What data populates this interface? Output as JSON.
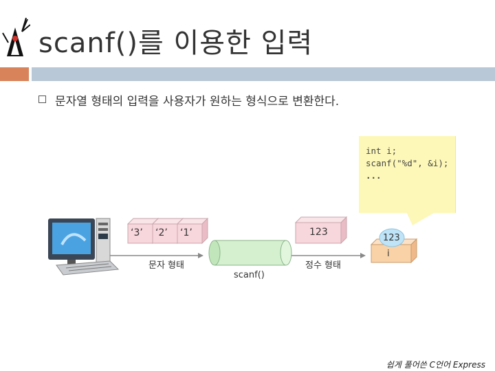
{
  "title": "scanf()를 이용한 입력",
  "bullet": "문자열 형태의 입력을 사용자가 원하는 형식으로 변환한다.",
  "code_lines": [
    "int i;",
    "scanf(\"%d\", &i);",
    "..."
  ],
  "chars": [
    "‘3’",
    "‘2’",
    "‘1’"
  ],
  "labels": {
    "string_form": "문자 형태",
    "scanf": "scanf()",
    "integer_form": "정수 형태",
    "number": "123",
    "variable_value": "123",
    "variable_name": "i"
  },
  "footer": "쉽게 풀어쓴 C언어 Express",
  "colors": {
    "orange_bar": "#d9835a",
    "blue_bar": "#b9c8d6",
    "pink_box": "#f7d6dc",
    "note_bg": "#fdf8b8",
    "cylinder": "#d4f0cf",
    "orange_box": "#f9d2a8",
    "bubble": "#bfe4f7"
  }
}
